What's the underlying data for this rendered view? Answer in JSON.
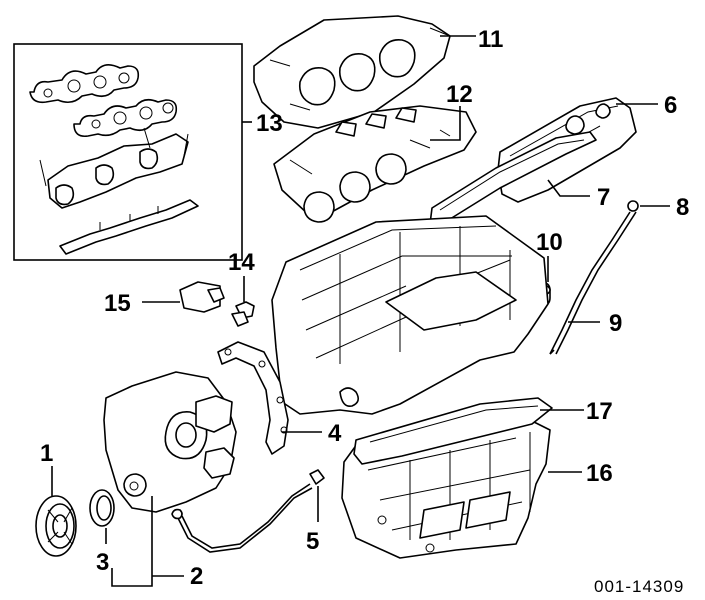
{
  "diagram": {
    "callouts": [
      {
        "id": "1",
        "label": "1"
      },
      {
        "id": "2",
        "label": "2"
      },
      {
        "id": "3",
        "label": "3"
      },
      {
        "id": "4",
        "label": "4"
      },
      {
        "id": "5",
        "label": "5"
      },
      {
        "id": "6",
        "label": "6"
      },
      {
        "id": "7",
        "label": "7"
      },
      {
        "id": "8",
        "label": "8"
      },
      {
        "id": "9",
        "label": "9"
      },
      {
        "id": "10",
        "label": "10"
      },
      {
        "id": "11",
        "label": "11"
      },
      {
        "id": "12",
        "label": "12"
      },
      {
        "id": "13",
        "label": "13"
      },
      {
        "id": "14",
        "label": "14"
      },
      {
        "id": "15",
        "label": "15"
      },
      {
        "id": "16",
        "label": "16"
      },
      {
        "id": "17",
        "label": "17"
      }
    ],
    "figure_code": "001-14309"
  }
}
